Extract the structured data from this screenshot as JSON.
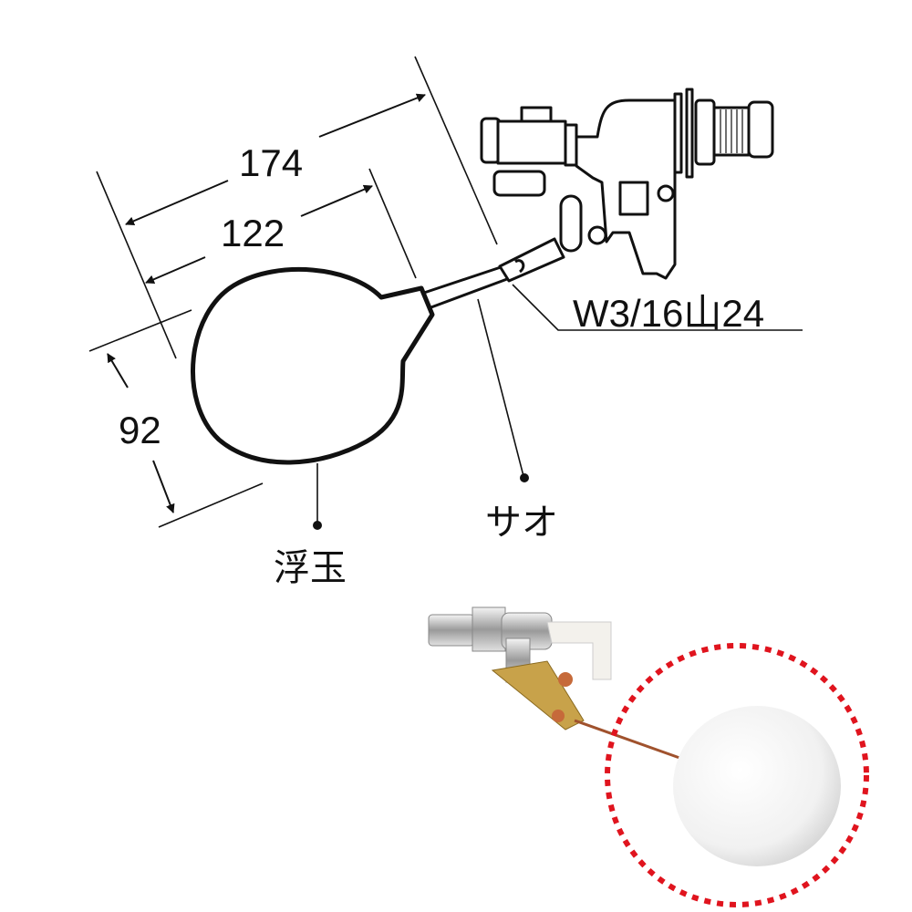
{
  "dimensions": {
    "overall_length": "174",
    "rod_length": "122",
    "float_diameter": "92"
  },
  "labels": {
    "thread_spec": "W3/16山24",
    "rod": "サオ",
    "float": "浮玉"
  },
  "colors": {
    "line": "#111111",
    "highlight_circle": "#e0141e"
  }
}
